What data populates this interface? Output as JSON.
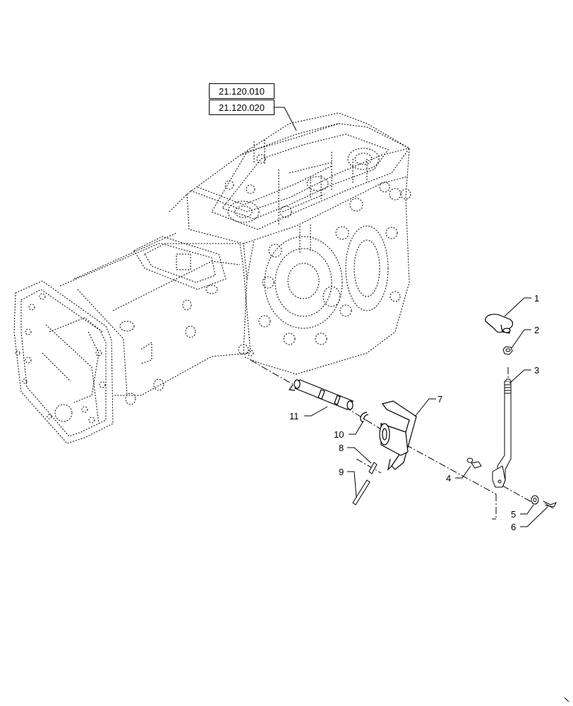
{
  "references": [
    "21.120.010",
    "21.120.020"
  ],
  "callouts": [
    "1",
    "2",
    "3",
    "4",
    "5",
    "6",
    "7",
    "8",
    "9",
    "10",
    "11"
  ],
  "colors": {
    "line": "#000000",
    "background": "#ffffff"
  }
}
